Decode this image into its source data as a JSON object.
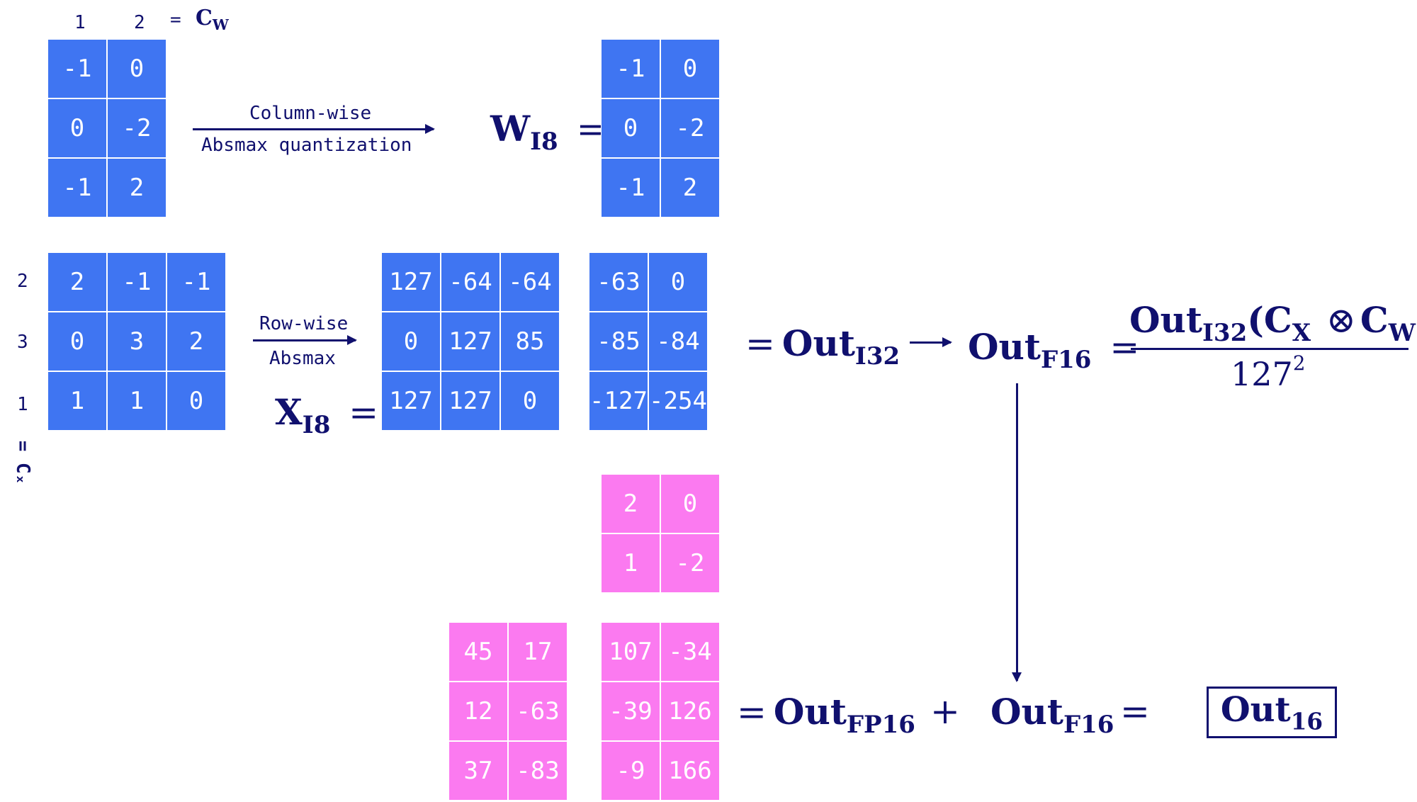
{
  "cw_header": {
    "col1": "1",
    "col2": "2",
    "eq": "=",
    "label_main": "C",
    "label_sub": "W"
  },
  "cx_side": {
    "row1": "2",
    "row2": "3",
    "row3": "1",
    "label": "= Cₓ"
  },
  "w_fp16": [
    [
      "-1",
      "0"
    ],
    [
      "0",
      "-2"
    ],
    [
      "-1",
      "2"
    ]
  ],
  "w_arrow": {
    "top": "Column-wise",
    "bottom": "Absmax quantization"
  },
  "w_i8_label": {
    "main": "W",
    "sub": "I8",
    "eq": "="
  },
  "w_i8": [
    [
      "-1",
      "0"
    ],
    [
      "0",
      "-2"
    ],
    [
      "-1",
      "2"
    ]
  ],
  "x_fp16": [
    [
      "2",
      "-1",
      "-1"
    ],
    [
      "0",
      "3",
      "2"
    ],
    [
      "1",
      "1",
      "0"
    ]
  ],
  "x_arrow": {
    "top": "Row-wise",
    "bottom": "Absmax"
  },
  "x_i8_label": {
    "main": "X",
    "sub": "I8",
    "eq": "="
  },
  "x_i8": [
    [
      "127",
      "-64",
      "-64"
    ],
    [
      "0",
      "127",
      "85"
    ],
    [
      "127",
      "127",
      "0"
    ]
  ],
  "out_i32": [
    [
      "-63",
      "0"
    ],
    [
      "-85",
      "-84"
    ],
    [
      "-127",
      "-254"
    ]
  ],
  "out_i32_label": {
    "eq": "=",
    "main": "Out",
    "sub": "I32"
  },
  "out_f16_label": {
    "main": "Out",
    "sub": "F16",
    "eq": "="
  },
  "formula": {
    "num_main": "Out",
    "num_sub": "I32",
    "num_open": "(C",
    "cx_sub": "X",
    "otimes": "⊗",
    "cw_main": "C",
    "cw_sub": "W",
    "num_close": ")",
    "den_base": "127",
    "den_exp": "2"
  },
  "w_outlier": [
    [
      "2",
      "0"
    ],
    [
      "1",
      "-2"
    ]
  ],
  "x_outlier": [
    [
      "45",
      "17"
    ],
    [
      "12",
      "-63"
    ],
    [
      "37",
      "-83"
    ]
  ],
  "out_fp16_matrix": [
    [
      "107",
      "-34"
    ],
    [
      "-39",
      "126"
    ],
    [
      "-9",
      "166"
    ]
  ],
  "bottom_eq": {
    "eq1": "=",
    "fp16_main": "Out",
    "fp16_sub": "FP16",
    "plus": "+",
    "f16_main": "Out",
    "f16_sub": "F16",
    "eq2": "=",
    "result_main": "Out",
    "result_sub": "16"
  },
  "colors": {
    "blue": "#3f75f2",
    "pink": "#fb7af0",
    "navy": "#10106e"
  }
}
